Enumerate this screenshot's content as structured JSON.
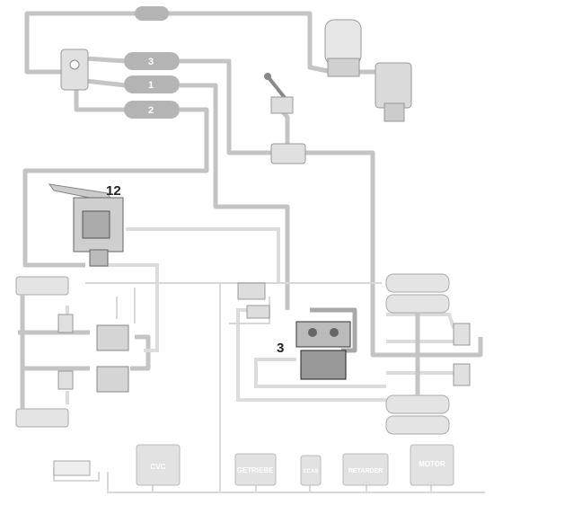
{
  "reservoirs": [
    {
      "label": "3"
    },
    {
      "label": "1"
    },
    {
      "label": "2"
    }
  ],
  "callouts": {
    "hand_brake_valve": "12",
    "modulator": "3"
  },
  "ecus": [
    {
      "label": "CVC"
    },
    {
      "label": "GETRIEBE"
    },
    {
      "label": "ECAS"
    },
    {
      "label": "RETARDER"
    },
    {
      "label": "MOTOR"
    }
  ]
}
